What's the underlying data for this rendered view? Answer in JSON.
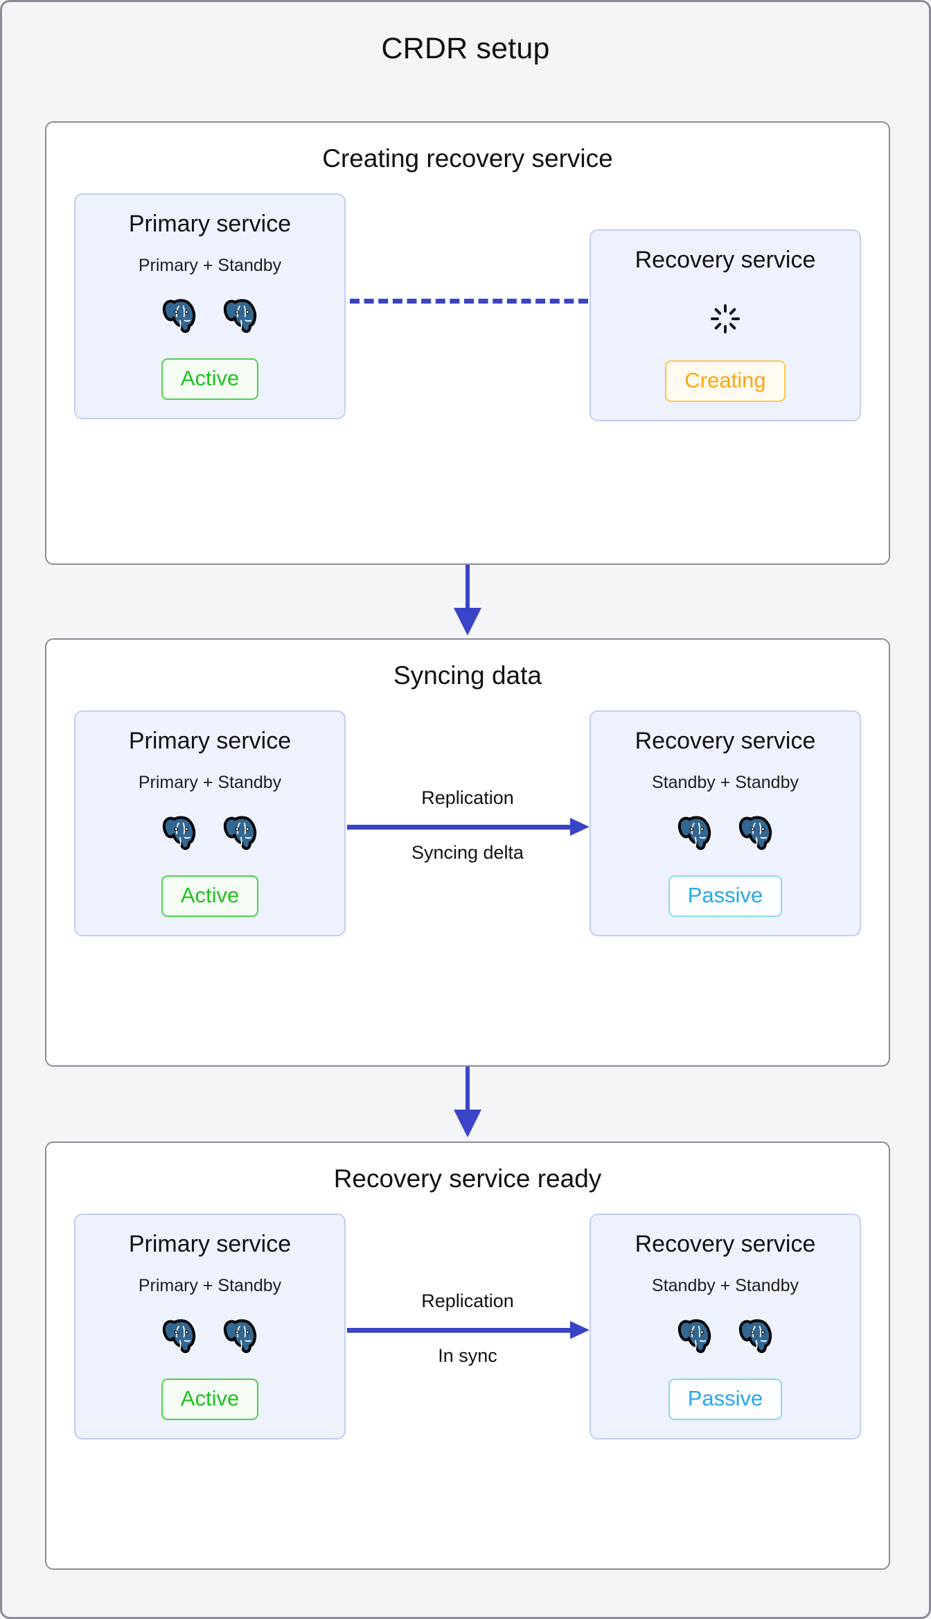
{
  "title": "CRDR setup",
  "colors": {
    "page_bg": "#f4f5f7",
    "panel_border": "#8c8c99",
    "card_bg": "#eef2fd",
    "card_border": "#c2cdf2",
    "arrow_blue": "#3a44c6",
    "active_green": "#20c220",
    "creating_orange": "#fca510",
    "passive_blue": "#29a8e8",
    "pg_elephant": "#336791"
  },
  "stages": [
    {
      "title": "Creating recovery service",
      "left_card": {
        "title": "Primary service",
        "subtitle": "Primary + Standby",
        "node_count": 2,
        "node_icon": "postgresql-elephant-icon",
        "badge": "Active",
        "badge_kind": "active"
      },
      "connector": {
        "kind": "dashed",
        "label_top": "",
        "label_bottom": ""
      },
      "right_card": {
        "title": "Recovery service",
        "subtitle": "",
        "node_count": 0,
        "spinner_icon": "loading-spinner-icon",
        "badge": "Creating",
        "badge_kind": "creating"
      }
    },
    {
      "title": "Syncing data",
      "left_card": {
        "title": "Primary service",
        "subtitle": "Primary + Standby",
        "node_count": 2,
        "node_icon": "postgresql-elephant-icon",
        "badge": "Active",
        "badge_kind": "active"
      },
      "connector": {
        "kind": "arrow",
        "label_top": "Replication",
        "label_bottom": "Syncing delta"
      },
      "right_card": {
        "title": "Recovery service",
        "subtitle": "Standby + Standby",
        "node_count": 2,
        "node_icon": "postgresql-elephant-icon",
        "badge": "Passive",
        "badge_kind": "passive"
      }
    },
    {
      "title": "Recovery service ready",
      "left_card": {
        "title": "Primary service",
        "subtitle": "Primary + Standby",
        "node_count": 2,
        "node_icon": "postgresql-elephant-icon",
        "badge": "Active",
        "badge_kind": "active"
      },
      "connector": {
        "kind": "arrow",
        "label_top": "Replication",
        "label_bottom": "In sync"
      },
      "right_card": {
        "title": "Recovery service",
        "subtitle": "Standby + Standby",
        "node_count": 2,
        "node_icon": "postgresql-elephant-icon",
        "badge": "Passive",
        "badge_kind": "passive"
      }
    }
  ],
  "step_arrows": [
    {
      "name": "step-arrow-1-to-2"
    },
    {
      "name": "step-arrow-2-to-3"
    }
  ]
}
